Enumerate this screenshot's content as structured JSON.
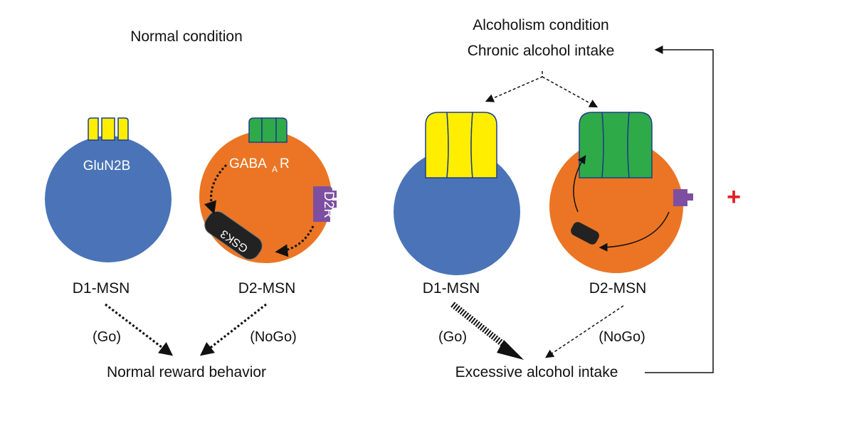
{
  "panels": {
    "normal": {
      "title": "Normal condition",
      "d1_label": "D1-MSN",
      "d2_label": "D2-MSN",
      "receptor_d1": "GluN2B",
      "receptor_d2_main": "GABA",
      "receptor_d2_sub": "A",
      "receptor_d2_tail": "R",
      "d2r_label": "D2R",
      "gsk_label": "GSK3",
      "go_label": "(Go)",
      "nogo_label": "(NoGo)",
      "outcome": "Normal reward behavior"
    },
    "alcohol": {
      "title_line1": "Alcoholism condition",
      "title_line2": "Chronic alcohol intake",
      "d1_label": "D1-MSN",
      "d2_label": "D2-MSN",
      "go_label": "(Go)",
      "nogo_label": "(NoGo)",
      "outcome": "Excessive alcohol intake",
      "feedback_sign": "+"
    }
  },
  "colors": {
    "d1_cell": "#4a74b7",
    "d2_cell": "#eb7524",
    "glun2b": "#ffee00",
    "gabaar": "#2faa48",
    "d2r": "#7e4fa0",
    "gsk3": "#222222",
    "plus": "#e0202a"
  }
}
